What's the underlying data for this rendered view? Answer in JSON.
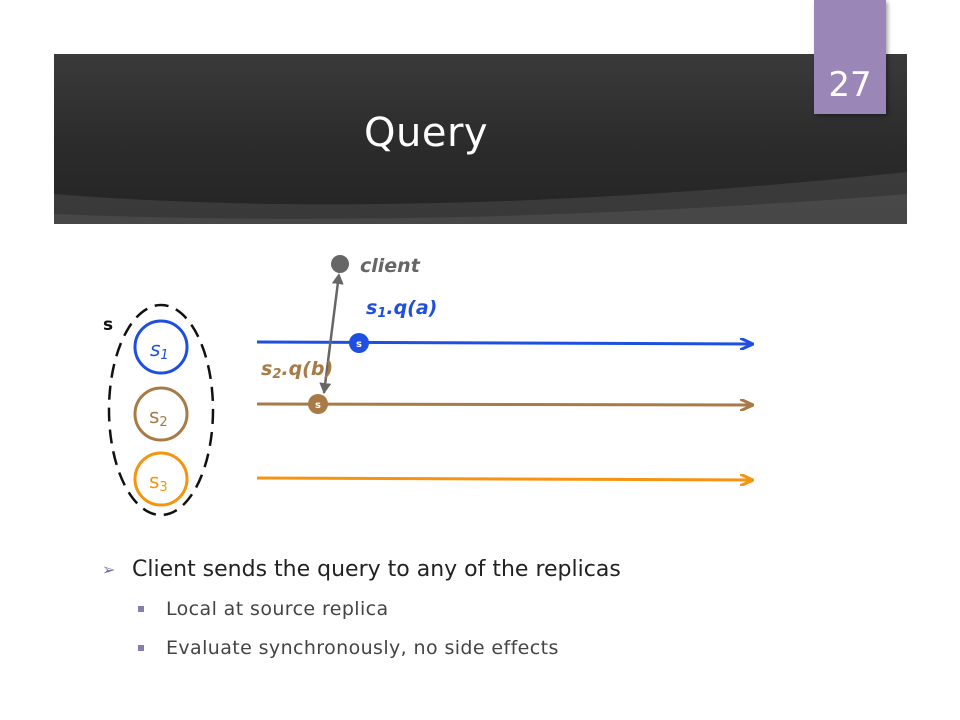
{
  "slide": {
    "number": "27",
    "title": "Query"
  },
  "diagram": {
    "set_label": "s",
    "client_label": "client",
    "replicas": [
      {
        "name": "s",
        "subscript": "1",
        "color": "#1f4fe0"
      },
      {
        "name": "s",
        "subscript": "2",
        "color": "#a87a45"
      },
      {
        "name": "s",
        "subscript": "3",
        "color": "#f5940f"
      }
    ],
    "event_marker_label": "s",
    "query_labels": [
      {
        "prefix": "s",
        "subscript": "1",
        "suffix": ".q(a)",
        "color": "#1f4fe0"
      },
      {
        "prefix": "s",
        "subscript": "2",
        "suffix": ".q(b)",
        "color": "#a87a45"
      }
    ]
  },
  "bullets": {
    "main": "Client sends the query to any of the replicas",
    "sub": [
      "Local at source replica",
      "Evaluate synchronously, no side effects"
    ]
  }
}
